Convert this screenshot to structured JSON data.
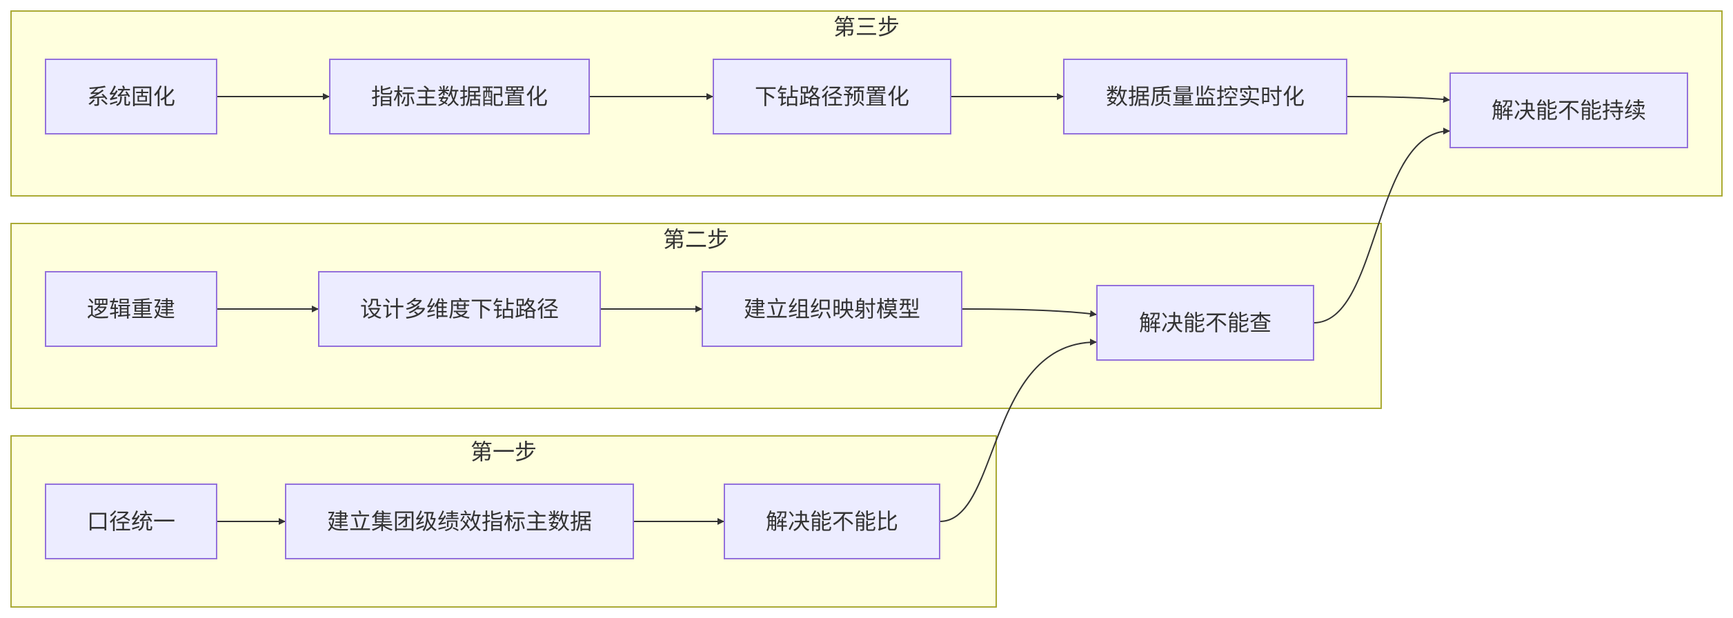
{
  "colors": {
    "cluster_fill": "#ffffde",
    "cluster_stroke": "#aaaa33",
    "node_fill": "#ececff",
    "node_stroke": "#9370db",
    "edge": "#333333",
    "text": "#333333"
  },
  "clusters": [
    {
      "id": "step3",
      "label": "第三步"
    },
    {
      "id": "step2",
      "label": "第二步"
    },
    {
      "id": "step1",
      "label": "第一步"
    }
  ],
  "nodes": [
    {
      "id": "n3a",
      "label": "系统固化"
    },
    {
      "id": "n3b",
      "label": "指标主数据配置化"
    },
    {
      "id": "n3c",
      "label": "下钻路径预置化"
    },
    {
      "id": "n3d",
      "label": "数据质量监控实时化"
    },
    {
      "id": "n3e",
      "label": "解决能不能持续"
    },
    {
      "id": "n2a",
      "label": "逻辑重建"
    },
    {
      "id": "n2b",
      "label": "设计多维度下钻路径"
    },
    {
      "id": "n2c",
      "label": "建立组织映射模型"
    },
    {
      "id": "n2d",
      "label": "解决能不能查"
    },
    {
      "id": "n1a",
      "label": "口径统一"
    },
    {
      "id": "n1b",
      "label": "建立集团级绩效指标主数据"
    },
    {
      "id": "n1c",
      "label": "解决能不能比"
    }
  ],
  "edges": [
    {
      "from": "n1a",
      "to": "n1b"
    },
    {
      "from": "n1b",
      "to": "n1c"
    },
    {
      "from": "n1c",
      "to": "n2d"
    },
    {
      "from": "n2a",
      "to": "n2b"
    },
    {
      "from": "n2b",
      "to": "n2c"
    },
    {
      "from": "n2c",
      "to": "n2d"
    },
    {
      "from": "n2d",
      "to": "n3e"
    },
    {
      "from": "n3a",
      "to": "n3b"
    },
    {
      "from": "n3b",
      "to": "n3c"
    },
    {
      "from": "n3c",
      "to": "n3d"
    },
    {
      "from": "n3d",
      "to": "n3e"
    }
  ]
}
